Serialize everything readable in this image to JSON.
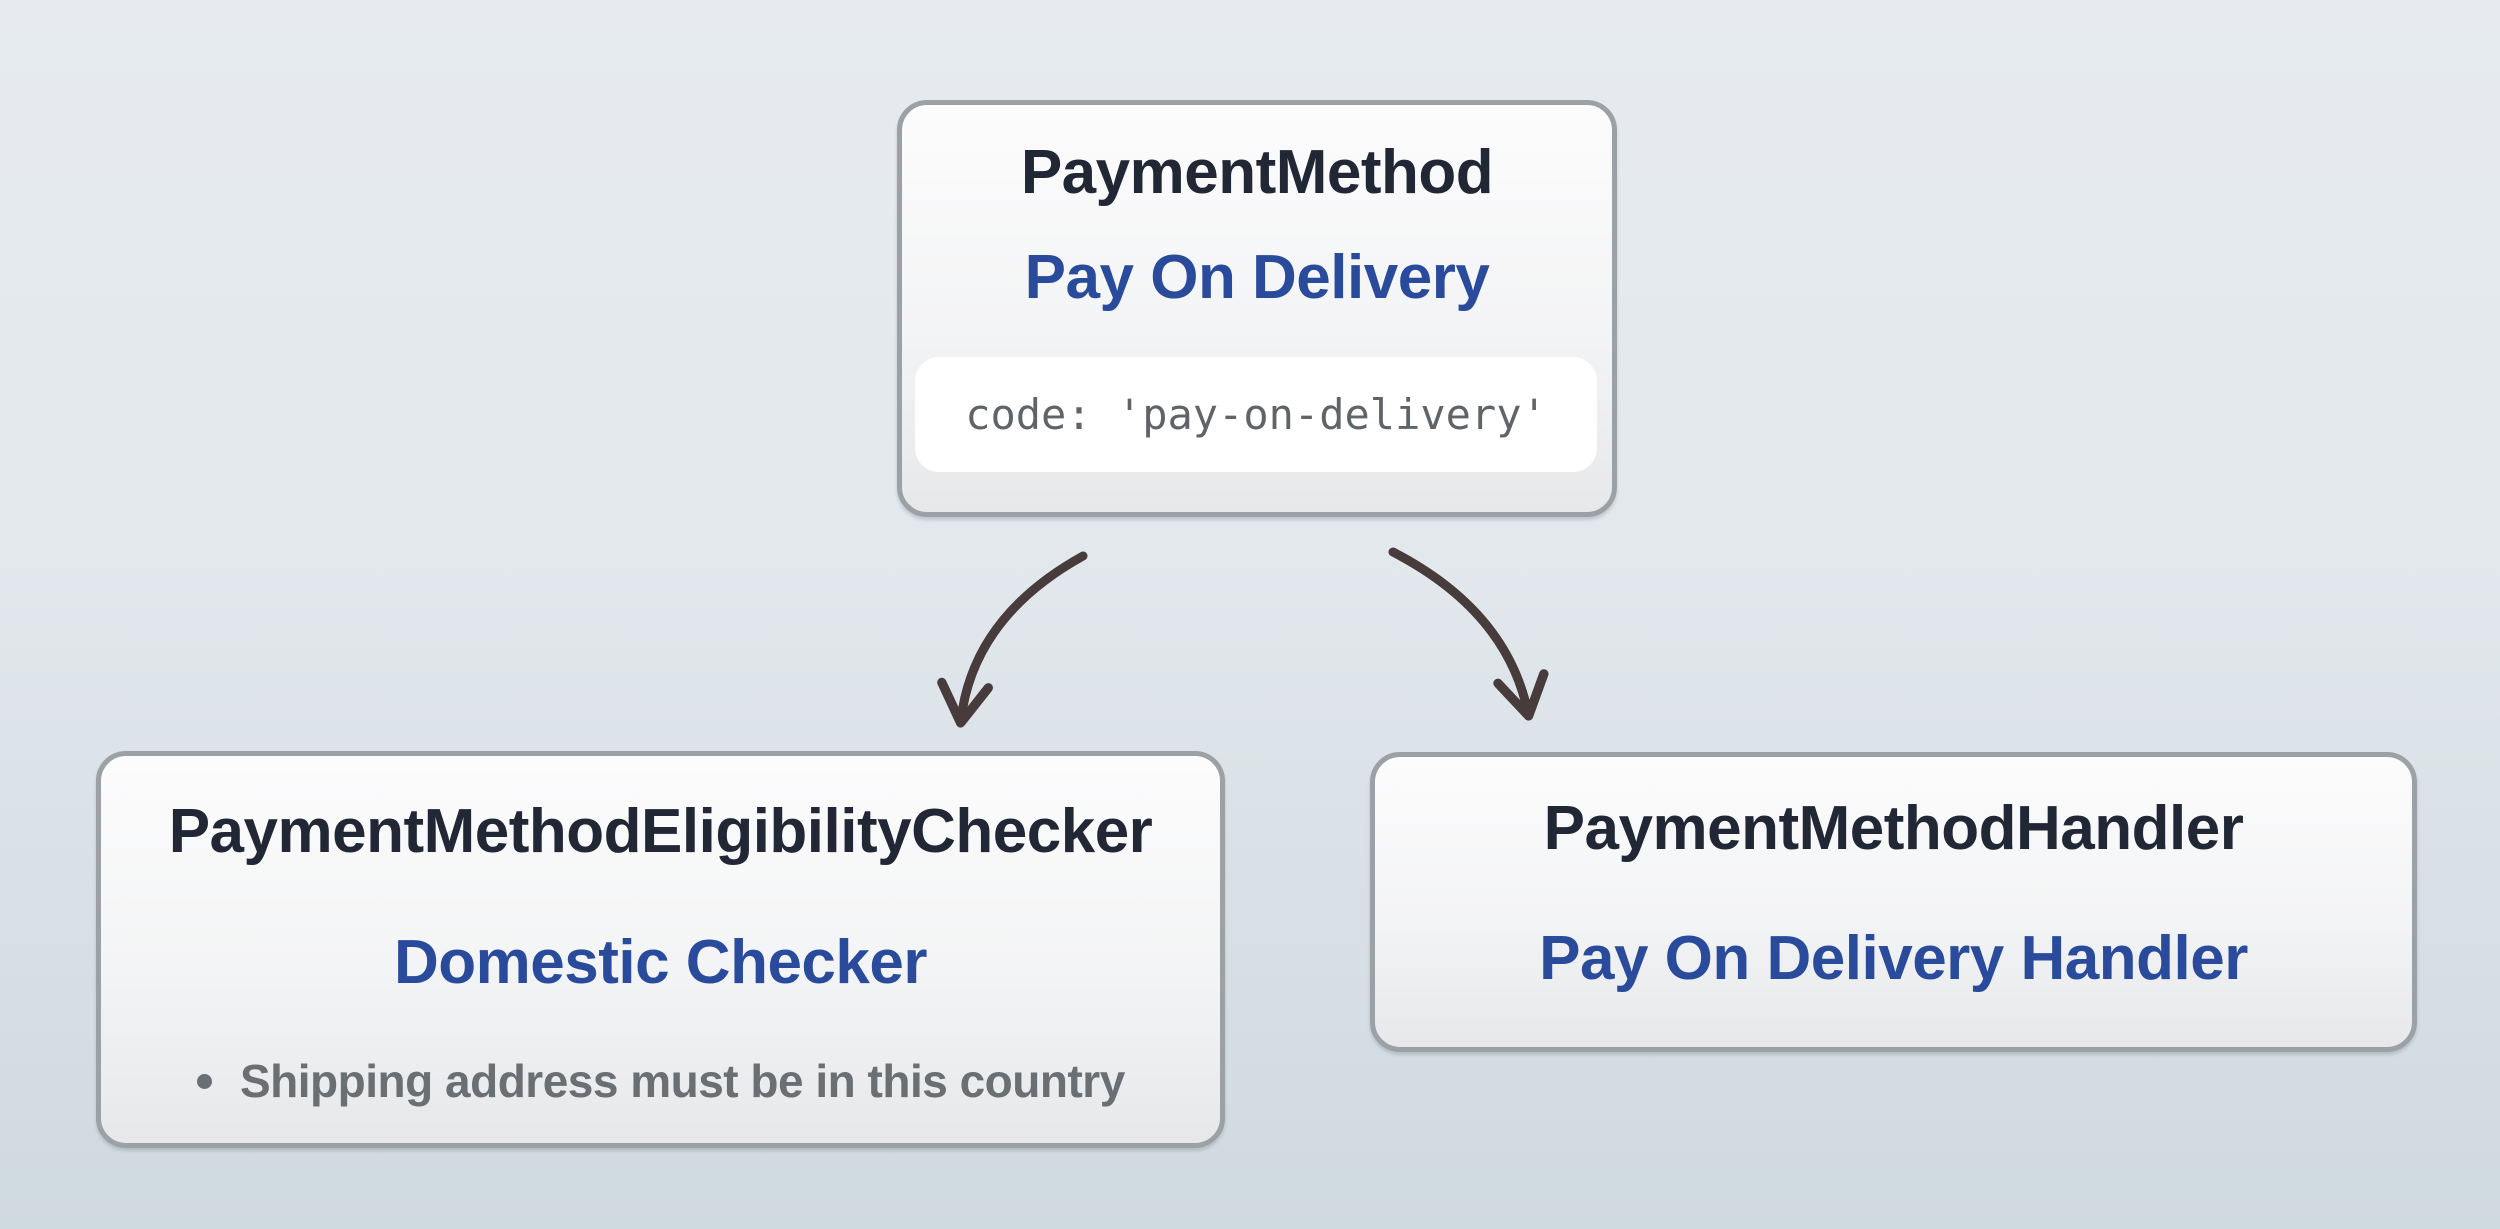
{
  "colors": {
    "background_top": "#e7ebef",
    "background_bottom": "#cfd9e0",
    "card_border": "#9ba1a5",
    "card_top": "#fcfcfd",
    "card_bottom": "#e7e8ea",
    "title_color": "#222736",
    "accent_blue": "#2a4b9b",
    "code_color": "#5e6468",
    "muted_text": "#6a6f74",
    "arrow_color": "#483b3b",
    "pill_background": "#ffffff"
  },
  "nodes": {
    "payment_method": {
      "title": "PaymentMethod",
      "subtitle": "Pay On Delivery",
      "code": "code: 'pay-on-delivery'"
    },
    "eligibility_checker": {
      "title": "PaymentMethodEligibilityChecker",
      "subtitle": "Domestic Checker",
      "bullets": [
        "Shipping address must be in this country"
      ]
    },
    "handler": {
      "title": "PaymentMethodHandler",
      "subtitle": "Pay On Delivery Handler"
    }
  },
  "edges": [
    {
      "from": "payment_method",
      "to": "eligibility_checker"
    },
    {
      "from": "payment_method",
      "to": "handler"
    }
  ]
}
